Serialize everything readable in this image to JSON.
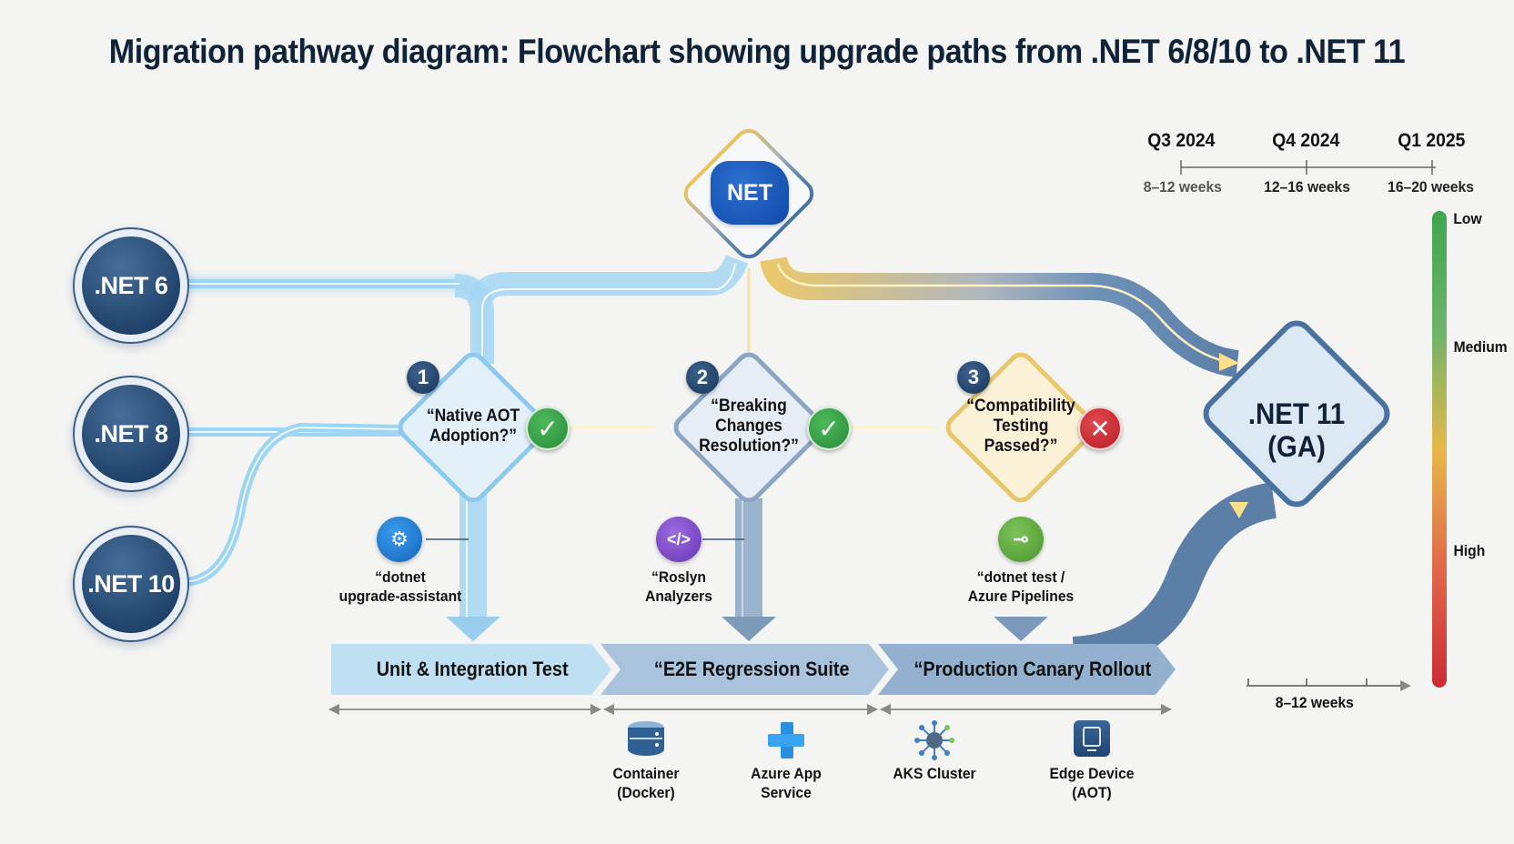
{
  "title": "Migration pathway diagram: Flowchart showing upgrade paths from .NET 6/8/10 to .NET 11",
  "hub": {
    "label": "NET",
    "icon": "dotnet-logo-icon"
  },
  "sources": [
    {
      "label": ".NET 6"
    },
    {
      "label": ".NET 8"
    },
    {
      "label": ".NET 10"
    }
  ],
  "decisions": [
    {
      "number": "1",
      "text": [
        "“Native AOT",
        "Adoption?”"
      ],
      "status": "pass",
      "status_glyph": "✓",
      "color": "#8cc9ee"
    },
    {
      "number": "2",
      "text": [
        "“Breaking",
        "Changes",
        "Resolution?”"
      ],
      "status": "pass",
      "status_glyph": "✓",
      "color": "#8aa6c4"
    },
    {
      "number": "3",
      "text": [
        "“Compatibility",
        "Testing",
        "Passed?”"
      ],
      "status": "fail",
      "status_glyph": "✕",
      "color": "#e6c76a"
    }
  ],
  "target": {
    "line1": ".NET 11",
    "line2": "(GA)"
  },
  "tools": [
    {
      "label": [
        "“dotnet",
        "upgrade-assistant"
      ],
      "icon": "gear-icon",
      "glyph": "⚙",
      "color": "#1f7fd0"
    },
    {
      "label": [
        "“Roslyn",
        "Analyzers"
      ],
      "icon": "code-icon",
      "glyph": "</>",
      "color": "#7b46c7"
    },
    {
      "label": [
        "“dotnet test /",
        "Azure Pipelines"
      ],
      "icon": "pipeline-icon",
      "glyph": "⊸",
      "color": "#5aa43a"
    }
  ],
  "stages": [
    {
      "label": "Unit & Integration Test"
    },
    {
      "label": "“E2E Regression Suite"
    },
    {
      "label": "“Production Canary Rollout"
    }
  ],
  "deployments": [
    {
      "label": [
        "Container",
        "(Docker)"
      ],
      "icon": "database-icon"
    },
    {
      "label": [
        "Azure App",
        "Service"
      ],
      "icon": "azure-plus-icon"
    },
    {
      "label": [
        "AKS Cluster"
      ],
      "icon": "cluster-icon"
    },
    {
      "label": [
        "Edge Device",
        "(AOT)"
      ],
      "icon": "device-icon"
    }
  ],
  "timeline": {
    "quarters": [
      "Q3 2024",
      "Q4 2024",
      "Q1 2025"
    ],
    "durations": [
      "8–12 weeks",
      "12–16 weeks",
      "16–20 weeks"
    ]
  },
  "risk_scale": {
    "levels": [
      "Low",
      "Medium",
      "High"
    ],
    "colors": [
      "#3fa54f",
      "#e6b84a",
      "#cf2e2e"
    ]
  },
  "bottom_timeline": {
    "duration": "8–12 weeks"
  }
}
